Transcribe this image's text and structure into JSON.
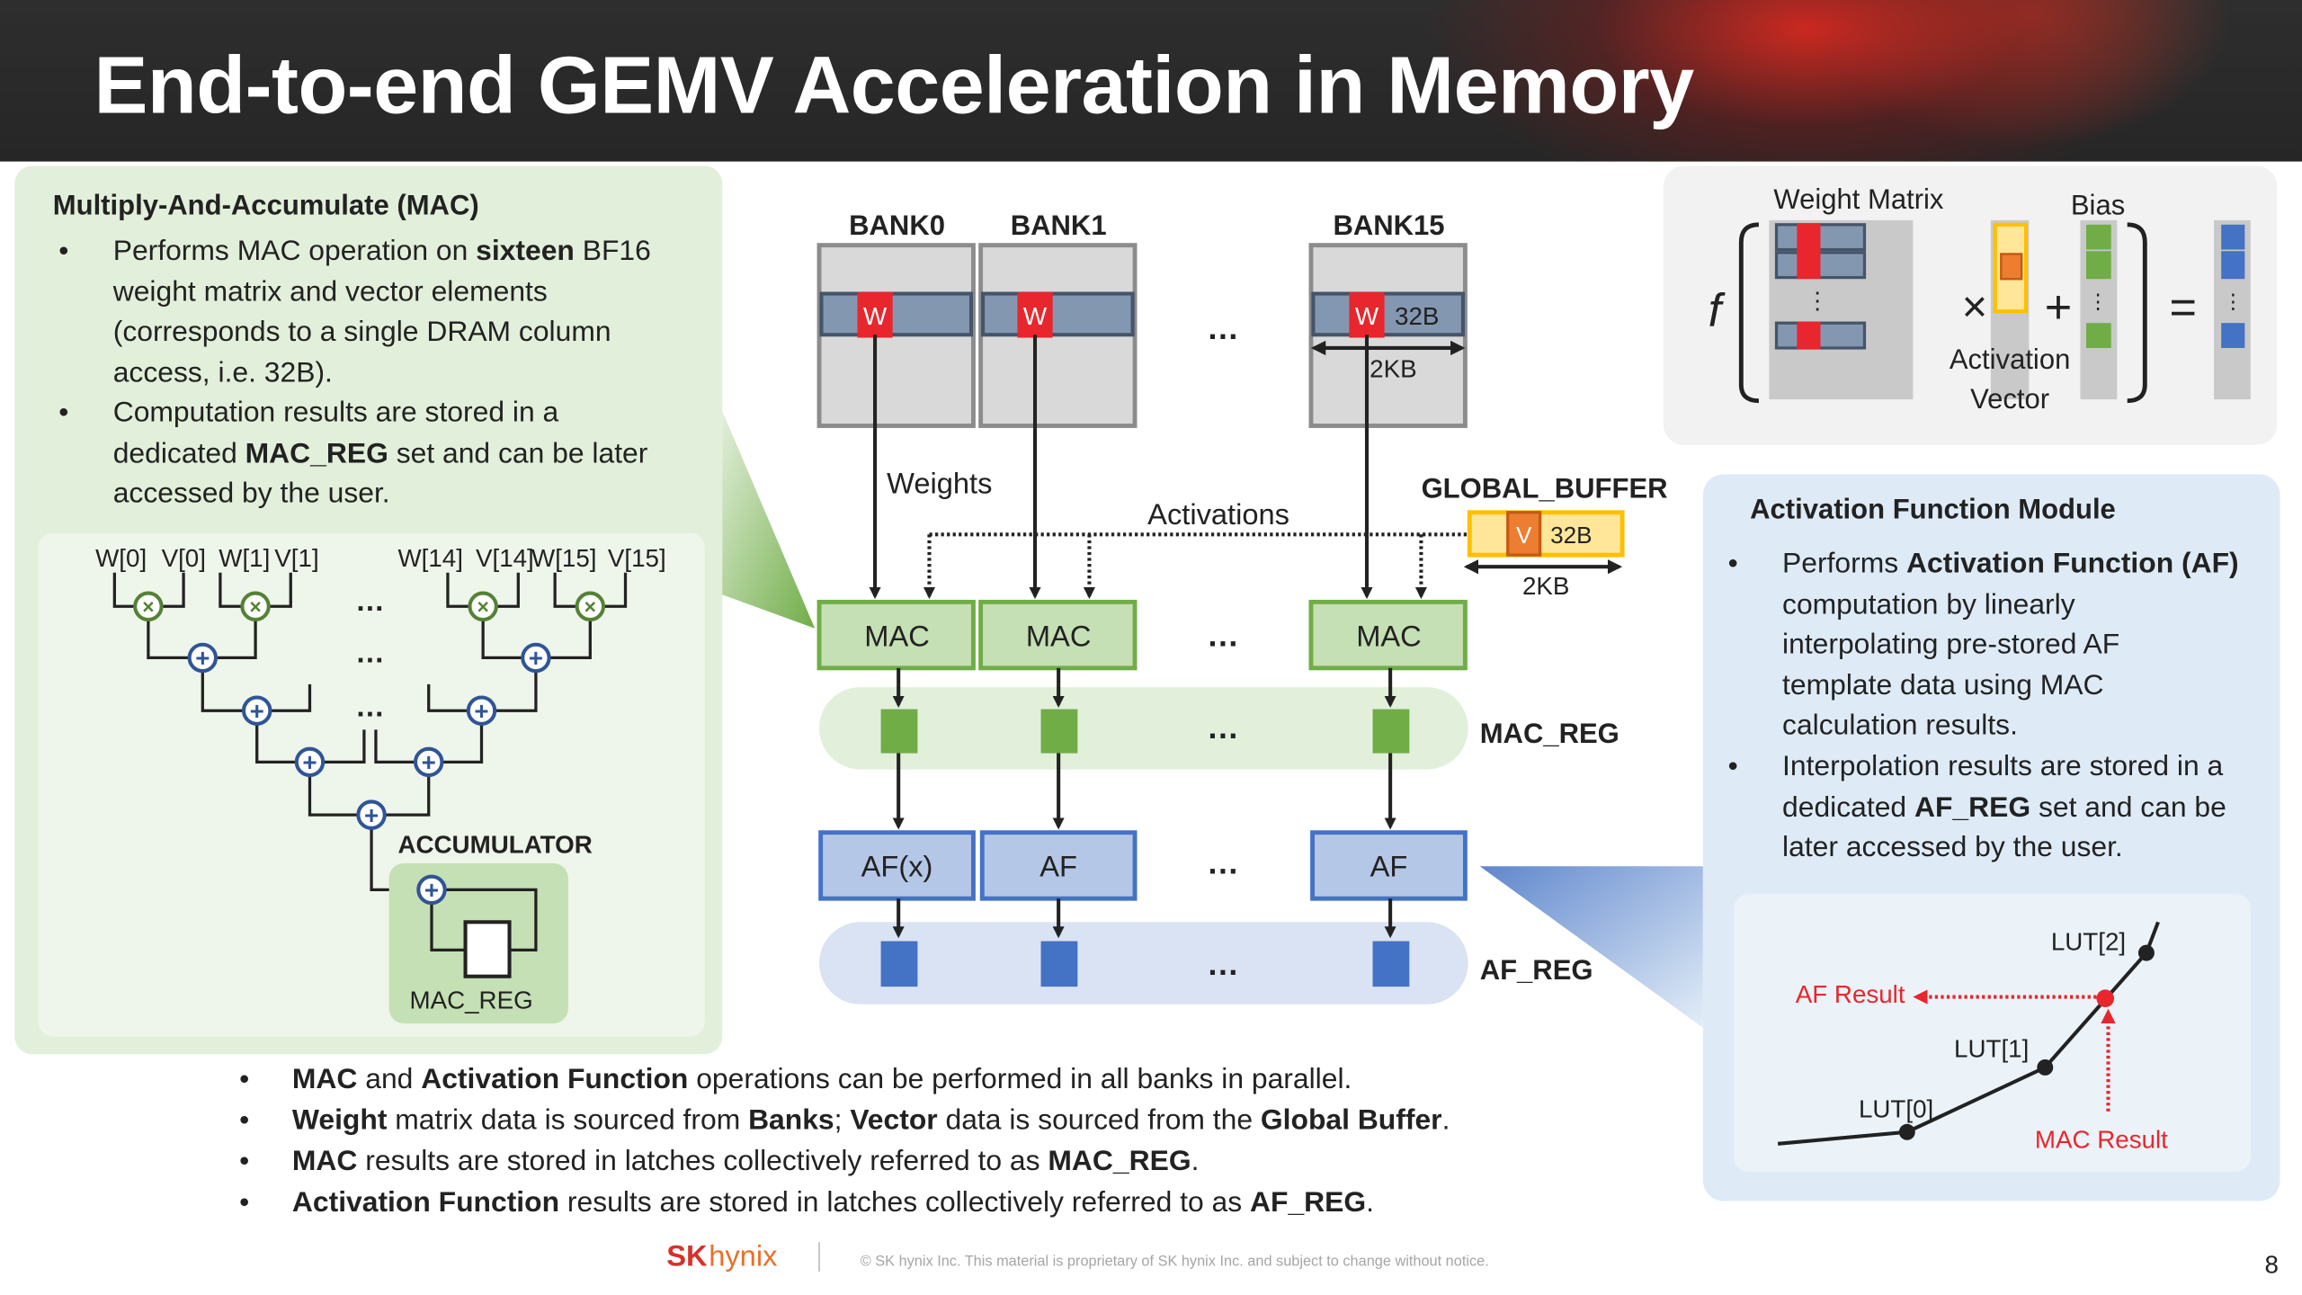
{
  "header": {
    "title": "End-to-end GEMV Acceleration in Memory"
  },
  "mac_panel": {
    "heading": "Multiply-And-Accumulate (MAC)",
    "lines": [
      {
        "bullet": "•",
        "segs": [
          {
            "t": "Performs MAC operation on "
          },
          {
            "t": "sixteen",
            "b": true
          },
          {
            "t": " BF16"
          }
        ]
      },
      {
        "segs": [
          {
            "t": "weight matrix and vector elements"
          }
        ]
      },
      {
        "segs": [
          {
            "t": "(corresponds to a single DRAM column"
          }
        ]
      },
      {
        "segs": [
          {
            "t": "access, i.e. 32B)."
          }
        ]
      },
      {
        "bullet": "•",
        "segs": [
          {
            "t": "Computation results are stored in a"
          }
        ]
      },
      {
        "segs": [
          {
            "t": "dedicated "
          },
          {
            "t": "MAC_REG",
            "b": true
          },
          {
            "t": " set and can be later"
          }
        ]
      },
      {
        "segs": [
          {
            "t": "accessed by the user."
          }
        ]
      }
    ],
    "tree": {
      "inputs": [
        "W[0]",
        "V[0]",
        "W[1]",
        "V[1]",
        "W[14]",
        "V[14]",
        "W[15]",
        "V[15]"
      ],
      "multiply_symbol": "×",
      "add_symbol": "+",
      "ellipsis": "…",
      "accumulator_label": "ACCUMULATOR",
      "mac_reg_label": "MAC_REG"
    }
  },
  "center": {
    "banks": [
      "BANK0",
      "BANK1",
      "BANK15"
    ],
    "w_label": "W",
    "row_size": "32B",
    "bank_width": "2KB",
    "ellipsis": "…",
    "weights_label": "Weights",
    "activations_label": "Activations",
    "global_buffer": {
      "label": "GLOBAL_BUFFER",
      "v_label": "V",
      "size": "32B",
      "width": "2KB"
    },
    "mac_label": "MAC",
    "mac_reg_label": "MAC_REG",
    "af_labels": [
      "AF(x)",
      "AF",
      "AF"
    ],
    "af_reg_label": "AF_REG"
  },
  "formula": {
    "f": "f",
    "weight_matrix": "Weight Matrix",
    "bias": "Bias",
    "activation_vector": [
      "Activation",
      "Vector"
    ],
    "times": "×",
    "plus": "+",
    "equals": "=",
    "vdots": "⋮"
  },
  "af_module": {
    "heading": "Activation Function Module",
    "lines": [
      {
        "bullet": "•",
        "segs": [
          {
            "t": "Performs "
          },
          {
            "t": "Activation Function (AF)",
            "b": true
          }
        ]
      },
      {
        "segs": [
          {
            "t": "computation by linearly"
          }
        ]
      },
      {
        "segs": [
          {
            "t": "interpolating pre-stored AF"
          }
        ]
      },
      {
        "segs": [
          {
            "t": "template data using MAC"
          }
        ]
      },
      {
        "segs": [
          {
            "t": "calculation results."
          }
        ]
      },
      {
        "bullet": "•",
        "segs": [
          {
            "t": "Interpolation results are stored in a"
          }
        ]
      },
      {
        "segs": [
          {
            "t": "dedicated "
          },
          {
            "t": "AF_REG",
            "b": true
          },
          {
            "t": " set and can be"
          }
        ]
      },
      {
        "segs": [
          {
            "t": "later accessed by the user."
          }
        ]
      }
    ],
    "graph": {
      "lut_labels": [
        "LUT[0]",
        "LUT[1]",
        "LUT[2]"
      ],
      "af_result": "AF Result",
      "mac_result": "MAC Result",
      "highlight_color": "#e8262d"
    }
  },
  "summary": {
    "lines": [
      {
        "bullet": "•",
        "segs": [
          {
            "t": "MAC",
            "b": true
          },
          {
            "t": " and "
          },
          {
            "t": "Activation Function",
            "b": true
          },
          {
            "t": " operations can be performed in all banks in parallel."
          }
        ]
      },
      {
        "bullet": "•",
        "segs": [
          {
            "t": "Weight",
            "b": true
          },
          {
            "t": " matrix data is sourced from "
          },
          {
            "t": "Banks",
            "b": true
          },
          {
            "t": "; "
          },
          {
            "t": "Vector",
            "b": true
          },
          {
            "t": " data is sourced from the "
          },
          {
            "t": "Global Buffer",
            "b": true
          },
          {
            "t": "."
          }
        ]
      },
      {
        "bullet": "•",
        "segs": [
          {
            "t": "MAC",
            "b": true
          },
          {
            "t": " results are stored in latches collectively referred to as "
          },
          {
            "t": "MAC_REG",
            "b": true
          },
          {
            "t": "."
          }
        ]
      },
      {
        "bullet": "•",
        "segs": [
          {
            "t": "Activation Function",
            "b": true
          },
          {
            "t": " results are stored in latches collectively referred to as "
          },
          {
            "t": "AF_REG",
            "b": true
          },
          {
            "t": "."
          }
        ]
      }
    ]
  },
  "footer": {
    "logo": {
      "sk": "SK",
      "hynix": "hynix"
    },
    "copyright": "© SK hynix Inc. This material is proprietary of SK hynix Inc. and subject to change without notice.",
    "page_number": "8"
  },
  "colors": {
    "mac_green": "#70ad47",
    "af_blue": "#4472c4",
    "weight_red": "#e8262d",
    "buffer_yellow": "#ffe699",
    "vector_orange": "#ed7d31"
  }
}
